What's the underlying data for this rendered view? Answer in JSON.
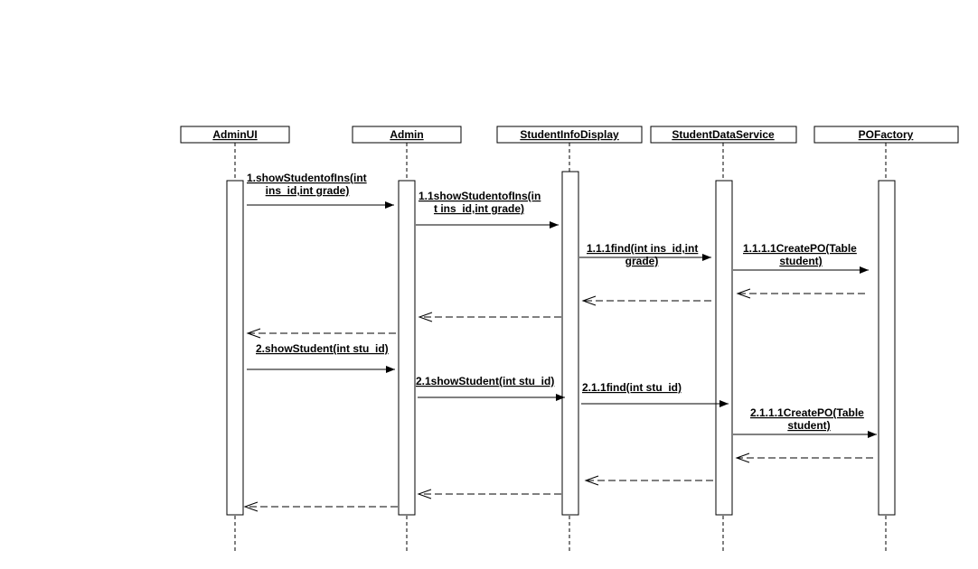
{
  "participants": [
    {
      "id": "adminui",
      "name": "AdminUI"
    },
    {
      "id": "admin",
      "name": "Admin"
    },
    {
      "id": "sid",
      "name": "StudentInfoDisplay"
    },
    {
      "id": "sds",
      "name": "StudentDataService"
    },
    {
      "id": "pof",
      "name": "POFactory"
    }
  ],
  "messages": [
    {
      "id": "m1",
      "lines": [
        "1.showStudentofIns(int",
        "ins_id,int grade)"
      ]
    },
    {
      "id": "m11",
      "lines": [
        "1.1showStudentofIns(in",
        "t ins_id,int grade)"
      ]
    },
    {
      "id": "m111",
      "lines": [
        "1.1.1find(int ins_id,int",
        "grade)"
      ]
    },
    {
      "id": "m1111",
      "lines": [
        "1.1.1.1CreatePO(Table",
        "student)"
      ]
    },
    {
      "id": "m2",
      "lines": [
        "2.showStudent(int stu_id)"
      ]
    },
    {
      "id": "m21",
      "lines": [
        "2.1showStudent(int stu_id)"
      ]
    },
    {
      "id": "m211",
      "lines": [
        "2.1.1find(int stu_id)"
      ]
    },
    {
      "id": "m2111",
      "lines": [
        "2.1.1.1CreatePO(Table",
        "student)"
      ]
    }
  ]
}
